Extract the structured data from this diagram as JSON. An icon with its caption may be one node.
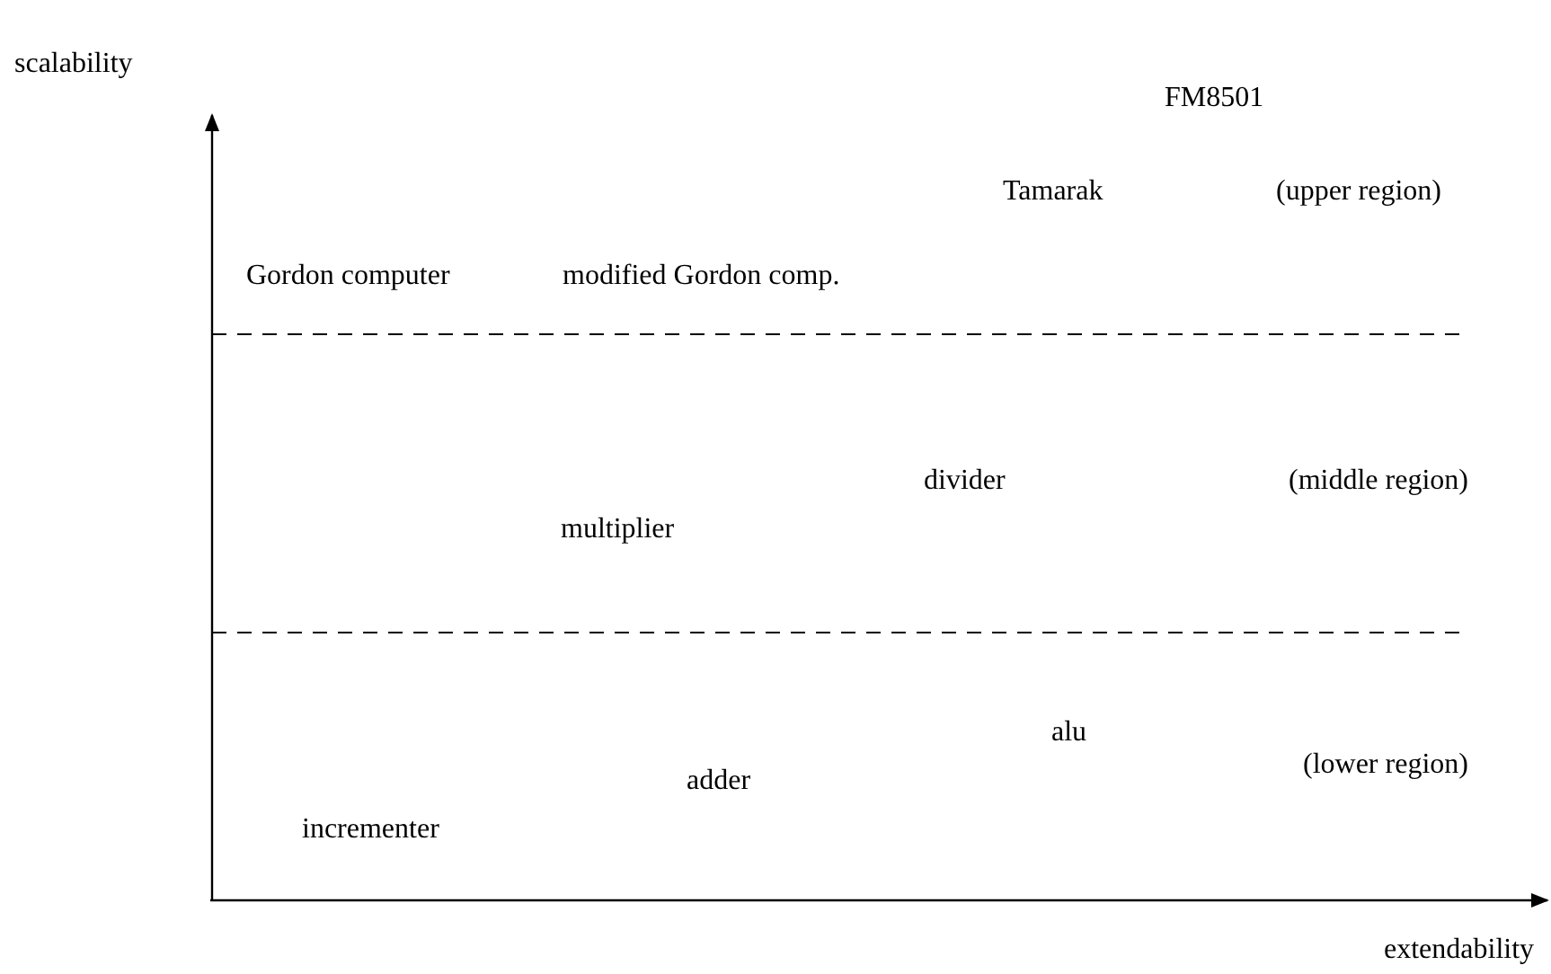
{
  "diagram": {
    "labels": [
      "scalability",
      "FM8501",
      "Tamarak",
      "(upper region)",
      "Gordon computer",
      "modified Gordon comp.",
      "divider",
      "(middle region)",
      "multiplier",
      "alu",
      "(lower region)",
      "adder",
      "incrementer",
      "extendability"
    ]
  }
}
